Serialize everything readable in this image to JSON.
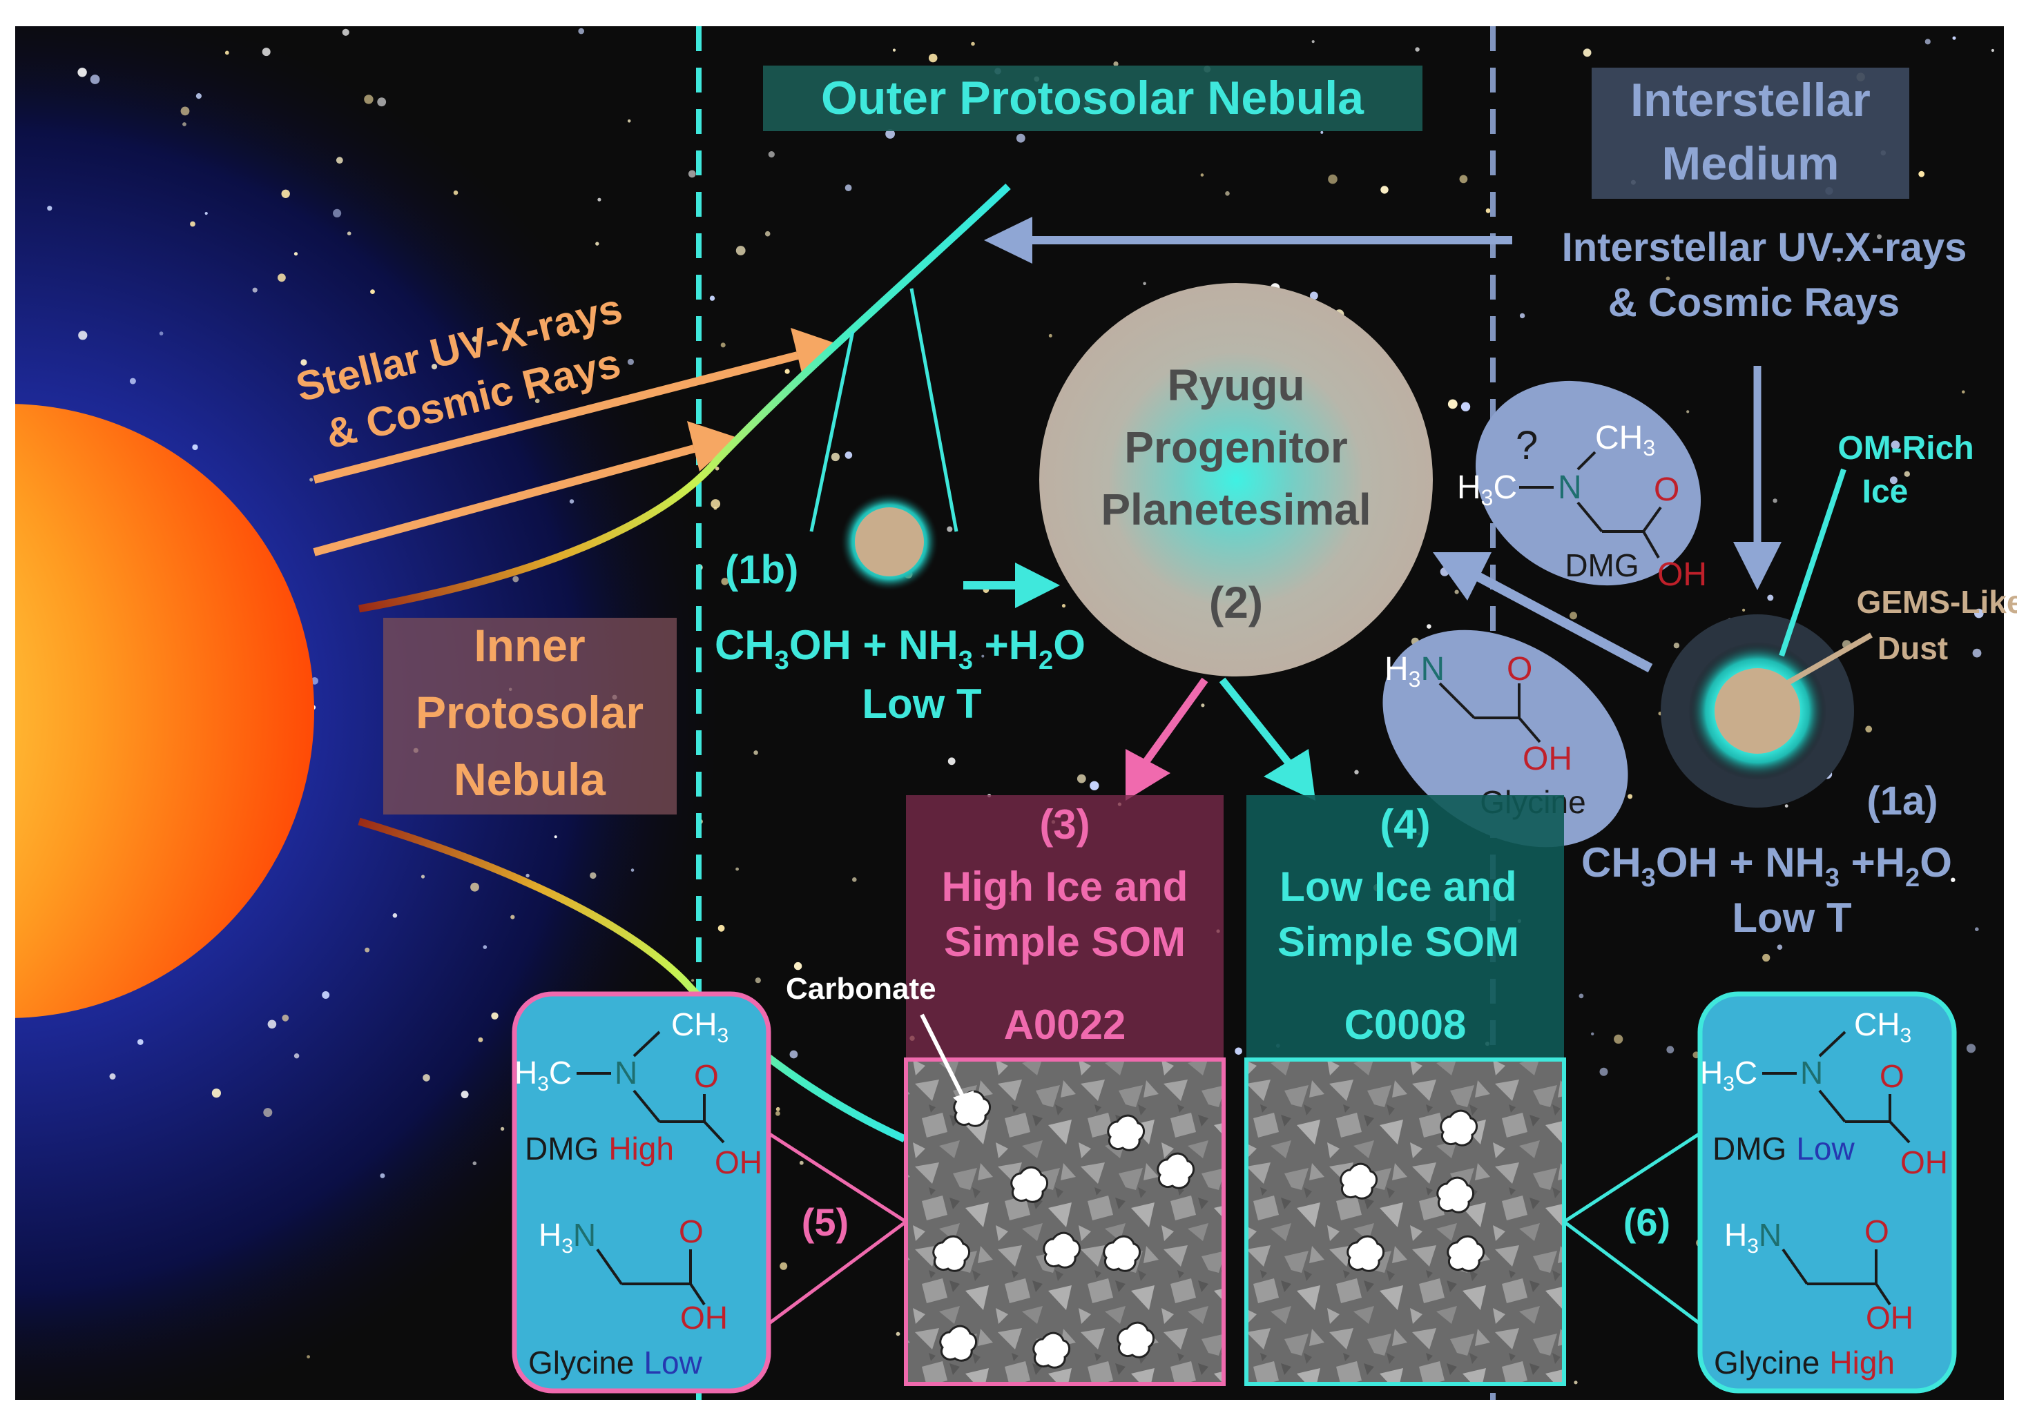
{
  "regions": {
    "outer": "Outer Protosolar Nebula",
    "ism_line1": "Interstellar",
    "ism_line2": "Medium",
    "inner_line1": "Inner",
    "inner_line2": "Protosolar",
    "inner_line3": "Nebula"
  },
  "radiation": {
    "stellar_line1": "Stellar UV-X-rays",
    "stellar_line2": "& Cosmic Rays",
    "interstellar_line1": "Interstellar UV-X-rays",
    "interstellar_line2": "& Cosmic Rays"
  },
  "planetesimal": {
    "line1": "Ryugu",
    "line2": "Progenitor",
    "line3": "Planetesimal",
    "step": "(2)"
  },
  "grain_1b": {
    "step": "(1b)",
    "conditions": "Low T",
    "f1": "CH",
    "f1sub": "3",
    "f2": "OH + NH",
    "f2sub": "3",
    "f3": " +H",
    "f3sub": "2",
    "f4": "O"
  },
  "grain_1a": {
    "step": "(1a)",
    "conditions": "Low T",
    "om_line1": "OM-Rich",
    "om_line2": "Ice",
    "gems_line1": "GEMS-Like",
    "gems_line2": "Dust",
    "f1": "CH",
    "f1sub": "3",
    "f2": "OH + NH",
    "f2sub": "3",
    "f3": " +H",
    "f3sub": "2",
    "f4": "O"
  },
  "molecules": {
    "dmg_name": "DMG",
    "glycine_name": "Glycine",
    "unknown": "?",
    "h3c": "H",
    "h3c_sub": "3",
    "h3c_c": "C",
    "n": "N",
    "ch": "CH",
    "ch_sub": "3",
    "o": "O",
    "oh": "OH",
    "h3n": "H",
    "h3n_sub": "3",
    "h3n_n": "N",
    "dash": "—"
  },
  "sample_a": {
    "step": "(3)",
    "line1": "High Ice and",
    "line2": "Simple SOM",
    "id": "A0022",
    "annotation": "Carbonate"
  },
  "sample_c": {
    "step": "(4)",
    "line1": "Low Ice and",
    "line2": "Simple SOM",
    "id": "C0008"
  },
  "result_5": {
    "step": "(5)",
    "dmg_label": "DMG",
    "dmg_level": "High",
    "gly_label": "Glycine",
    "gly_level": "Low"
  },
  "result_6": {
    "step": "(6)",
    "dmg_label": "DMG",
    "dmg_level": "Low",
    "gly_label": "Glycine",
    "gly_level": "High"
  },
  "colors": {
    "cyan": "#3fe8dc",
    "pink": "#f06aae",
    "orange": "#f6a763",
    "ism": "#8fa6d4",
    "high_red": "#c0202a",
    "low_blue": "#2638b0",
    "background": "#0c0c0c"
  }
}
